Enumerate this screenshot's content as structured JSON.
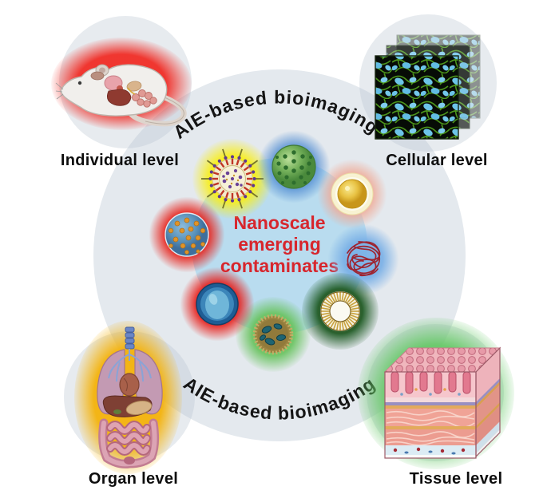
{
  "figure": {
    "background_color": "#ffffff",
    "big_circle_color": "#e4e9ee",
    "corner_circle_color": "#e9edf0",
    "arc_top_label": "AIE-based bioimaging",
    "arc_bottom_label": "AIE-based bioimaging",
    "center_circle": {
      "fill": "#b9dcef",
      "line1": "Nanoscale",
      "line2": "emerging",
      "line3": "contaminates",
      "text_color": "#d7262d"
    },
    "levels": [
      {
        "label": "Individual level",
        "icon": "mouse-illustration",
        "glow_color": "#ef2d28",
        "position": "top-left"
      },
      {
        "label": "Cellular level",
        "icon": "cell-micrograph-stack-icon",
        "glow_color": null,
        "position": "top-right"
      },
      {
        "label": "Organ level",
        "icon": "organs-illustration",
        "glow_color": "#f3b209",
        "position": "bottom-left"
      },
      {
        "label": "Tissue level",
        "icon": "tissue-block-illustration",
        "glow_color": "#64c664",
        "position": "bottom-right"
      }
    ],
    "nanoparticles": [
      {
        "icon": "spiky-micelle-particle-icon",
        "glow_color": "#f6e91c"
      },
      {
        "icon": "green-dotted-nanosphere-icon",
        "glow_color": "#508cd2"
      },
      {
        "icon": "gold-nanoparticle-icon",
        "glow_color": "#f0aa96"
      },
      {
        "icon": "polymer-tangle-nanoparticle-icon",
        "glow_color": "#78afe6"
      },
      {
        "icon": "liposome-ring-particle-icon",
        "glow_color": "#1e5a23"
      },
      {
        "icon": "spotted-olive-nanoparticle-icon",
        "glow_color": "#69c35f"
      },
      {
        "icon": "blue-vesicle-nanoparticle-icon",
        "glow_color": "#e81914"
      },
      {
        "icon": "blue-orange-dot-nanosphere-icon",
        "glow_color": "#e81914"
      }
    ]
  }
}
